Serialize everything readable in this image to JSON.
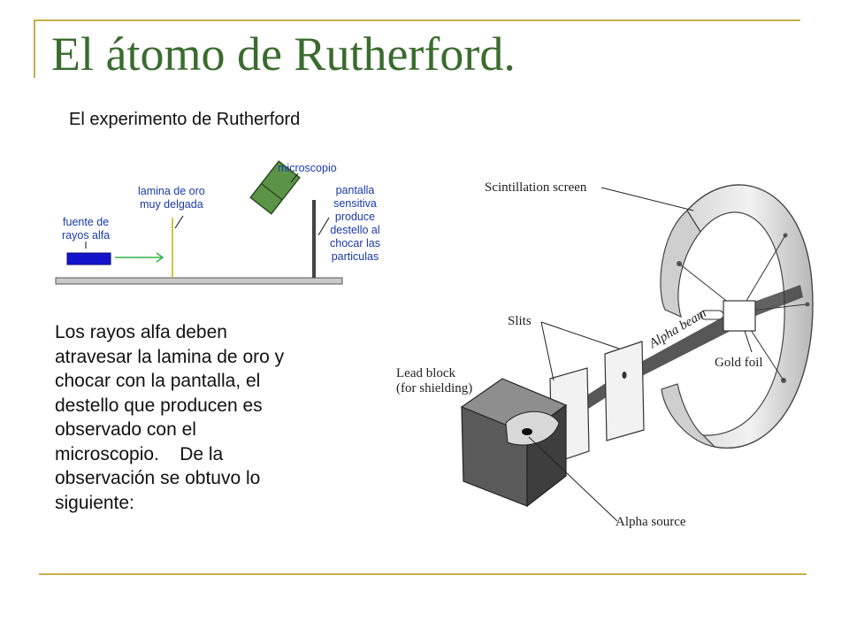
{
  "slide": {
    "title": "El átomo de Rutherford.",
    "subtitle": "El experimento de Rutherford",
    "body_lines": [
      "Los rayos alfa deben",
      "atravesar la lamina de oro y",
      "chocar con la pantalla, el",
      "destello que producen es",
      "observado con el",
      "microscopio.    De la",
      "observación se obtuvo lo",
      "siguiente:"
    ]
  },
  "schematic": {
    "labels": {
      "microscope": [
        "microscopio"
      ],
      "gold_foil": [
        "lamina de oro",
        "muy delgada"
      ],
      "alpha_source": [
        "fuente de",
        "rayos alfa"
      ],
      "screen": [
        "pantalla",
        "sensitiva",
        "produce",
        "destello al",
        "chocar las",
        "particulas"
      ]
    },
    "colors": {
      "label": "#1a3aa8",
      "source": "#1414cc",
      "microscope": "#5c9447",
      "arrow": "#2eb34a",
      "foil": "#d4c34a"
    }
  },
  "figure": {
    "labels": {
      "screen": "Scintillation screen",
      "slits": "Slits",
      "lead_block": [
        "Lead block",
        "(for shielding)"
      ],
      "beam": "Alpha beam",
      "foil": "Gold foil",
      "source": "Alpha source"
    }
  }
}
